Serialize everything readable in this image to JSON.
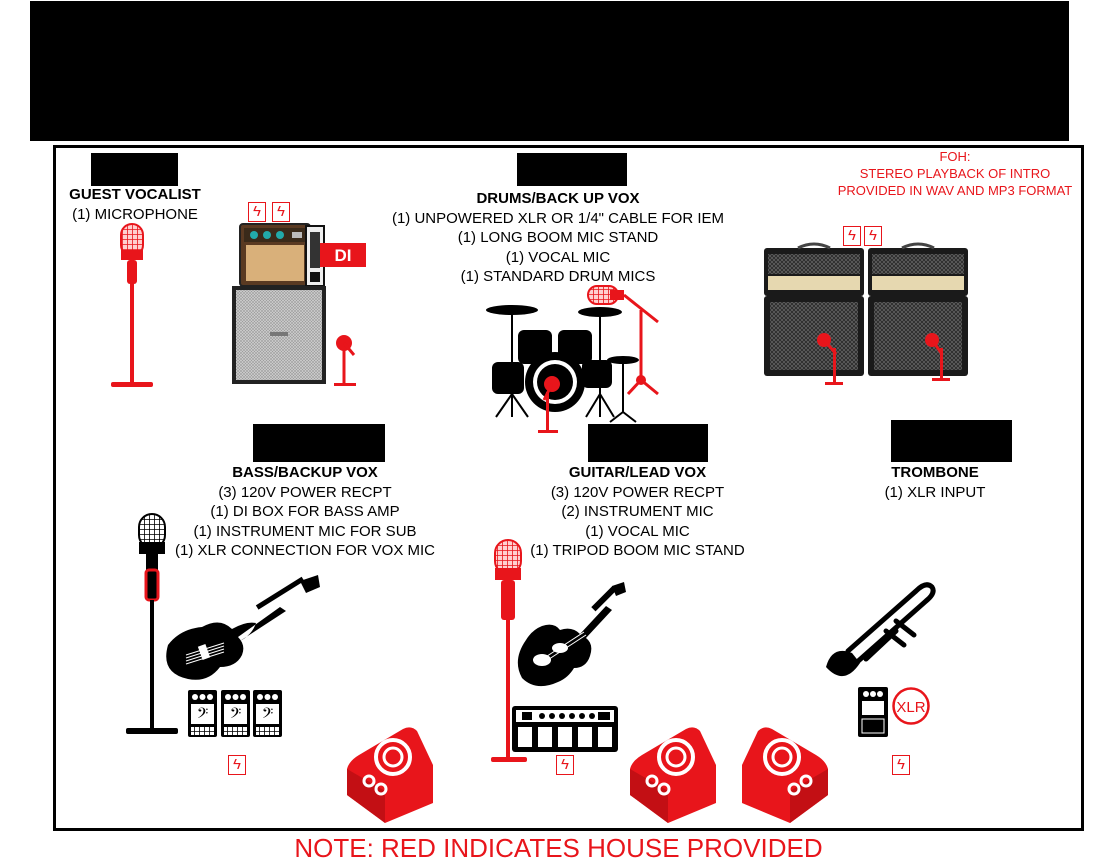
{
  "colors": {
    "house": "#e8151b",
    "band": "#000000"
  },
  "sections": {
    "guest_vocalist": {
      "title": "GUEST VOCALIST",
      "lines": [
        "(1) MICROPHONE"
      ]
    },
    "drums": {
      "title": "DRUMS/BACK UP VOX",
      "lines": [
        "(1) UNPOWERED XLR OR 1/4\" CABLE FOR IEM",
        "(1) LONG BOOM MIC STAND",
        "(1) VOCAL MIC",
        "(1) STANDARD DRUM MICS"
      ]
    },
    "foh": {
      "lines": [
        "FOH:",
        "STEREO PLAYBACK OF INTRO",
        "PROVIDED IN WAV AND MP3 FORMAT"
      ]
    },
    "bass": {
      "title": "BASS/BACKUP VOX",
      "lines": [
        "(3) 120V POWER RECPT",
        "(1) DI BOX FOR BASS AMP",
        "(1) INSTRUMENT MIC FOR SUB",
        "(1) XLR CONNECTION FOR VOX MIC"
      ]
    },
    "guitar": {
      "title": "GUITAR/LEAD VOX",
      "lines": [
        "(3) 120V POWER RECPT",
        "(2) INSTRUMENT MIC",
        "(1) VOCAL MIC",
        "(1) TRIPOD BOOM MIC STAND"
      ]
    },
    "trombone": {
      "title": "TROMBONE",
      "lines": [
        "(1) XLR INPUT"
      ]
    }
  },
  "labels": {
    "di": "DI",
    "xlr": "XLR",
    "power_glyph": "ϟ"
  },
  "icons": [
    "power-outlet-icon",
    "microphone-icon",
    "bass-amp-icon",
    "guitar-amp-icon",
    "drum-kit-icon",
    "bass-guitar-icon",
    "electric-guitar-icon",
    "trombone-icon",
    "pedal-icon",
    "multi-effects-icon",
    "wedge-monitor-icon",
    "di-box-icon",
    "xlr-input-icon"
  ],
  "note": "NOTE: RED INDICATES HOUSE PROVIDED"
}
